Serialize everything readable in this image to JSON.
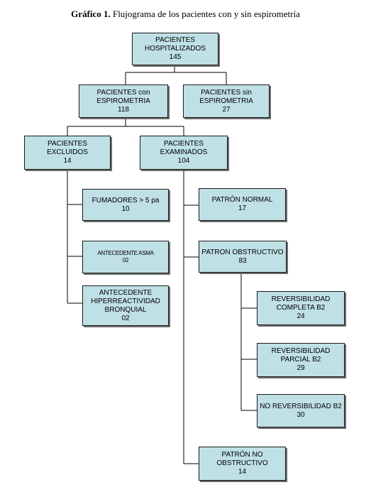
{
  "title": {
    "prefix": "Gráfico 1.",
    "text": " Flujograma de los pacientes con y sin espirometría"
  },
  "nodes": {
    "hospitalizados": {
      "lines": [
        "PACIENTES",
        "HOSPITALIZADOS"
      ],
      "count": "145"
    },
    "con_espirometria": {
      "lines": [
        "PACIENTES con",
        "ESPIROMETRIA"
      ],
      "count": "118"
    },
    "sin_espirometria": {
      "lines": [
        "PACIENTES sin",
        "ESPIROMETRIA"
      ],
      "count": "27"
    },
    "excluidos": {
      "lines": [
        "PACIENTES",
        "EXCLUIDOS"
      ],
      "count": "14"
    },
    "examinados": {
      "lines": [
        "PACIENTES",
        "EXAMINADOS"
      ],
      "count": "104"
    },
    "fumadores": {
      "lines": [
        "FUMADORES > 5 pa"
      ],
      "count": "10"
    },
    "asma": {
      "lines": [
        "ANTECEDENTE ASMA"
      ],
      "count": "02"
    },
    "hiperreactividad": {
      "lines": [
        "ANTECEDENTE",
        "HIPERREACTIVIDAD",
        "BRONQUIAL"
      ],
      "count": "02"
    },
    "normal": {
      "lines": [
        "PATRÓN NORMAL"
      ],
      "count": "17"
    },
    "obstructivo": {
      "lines": [
        "PATRON OBSTRUCTIVO"
      ],
      "count": "83"
    },
    "rev_completa": {
      "lines": [
        "REVERSIBILIDAD",
        "COMPLETA B2"
      ],
      "count": "24"
    },
    "rev_parcial": {
      "lines": [
        "REVERSIBILIDAD",
        "PARCIAL B2"
      ],
      "count": "29"
    },
    "no_rev": {
      "lines": [
        "NO REVERSIBILIDAD B2"
      ],
      "count": "30"
    },
    "no_obstructivo": {
      "lines": [
        "PATRÓN NO",
        "OBSTRUCTIVO"
      ],
      "count": "14"
    }
  }
}
